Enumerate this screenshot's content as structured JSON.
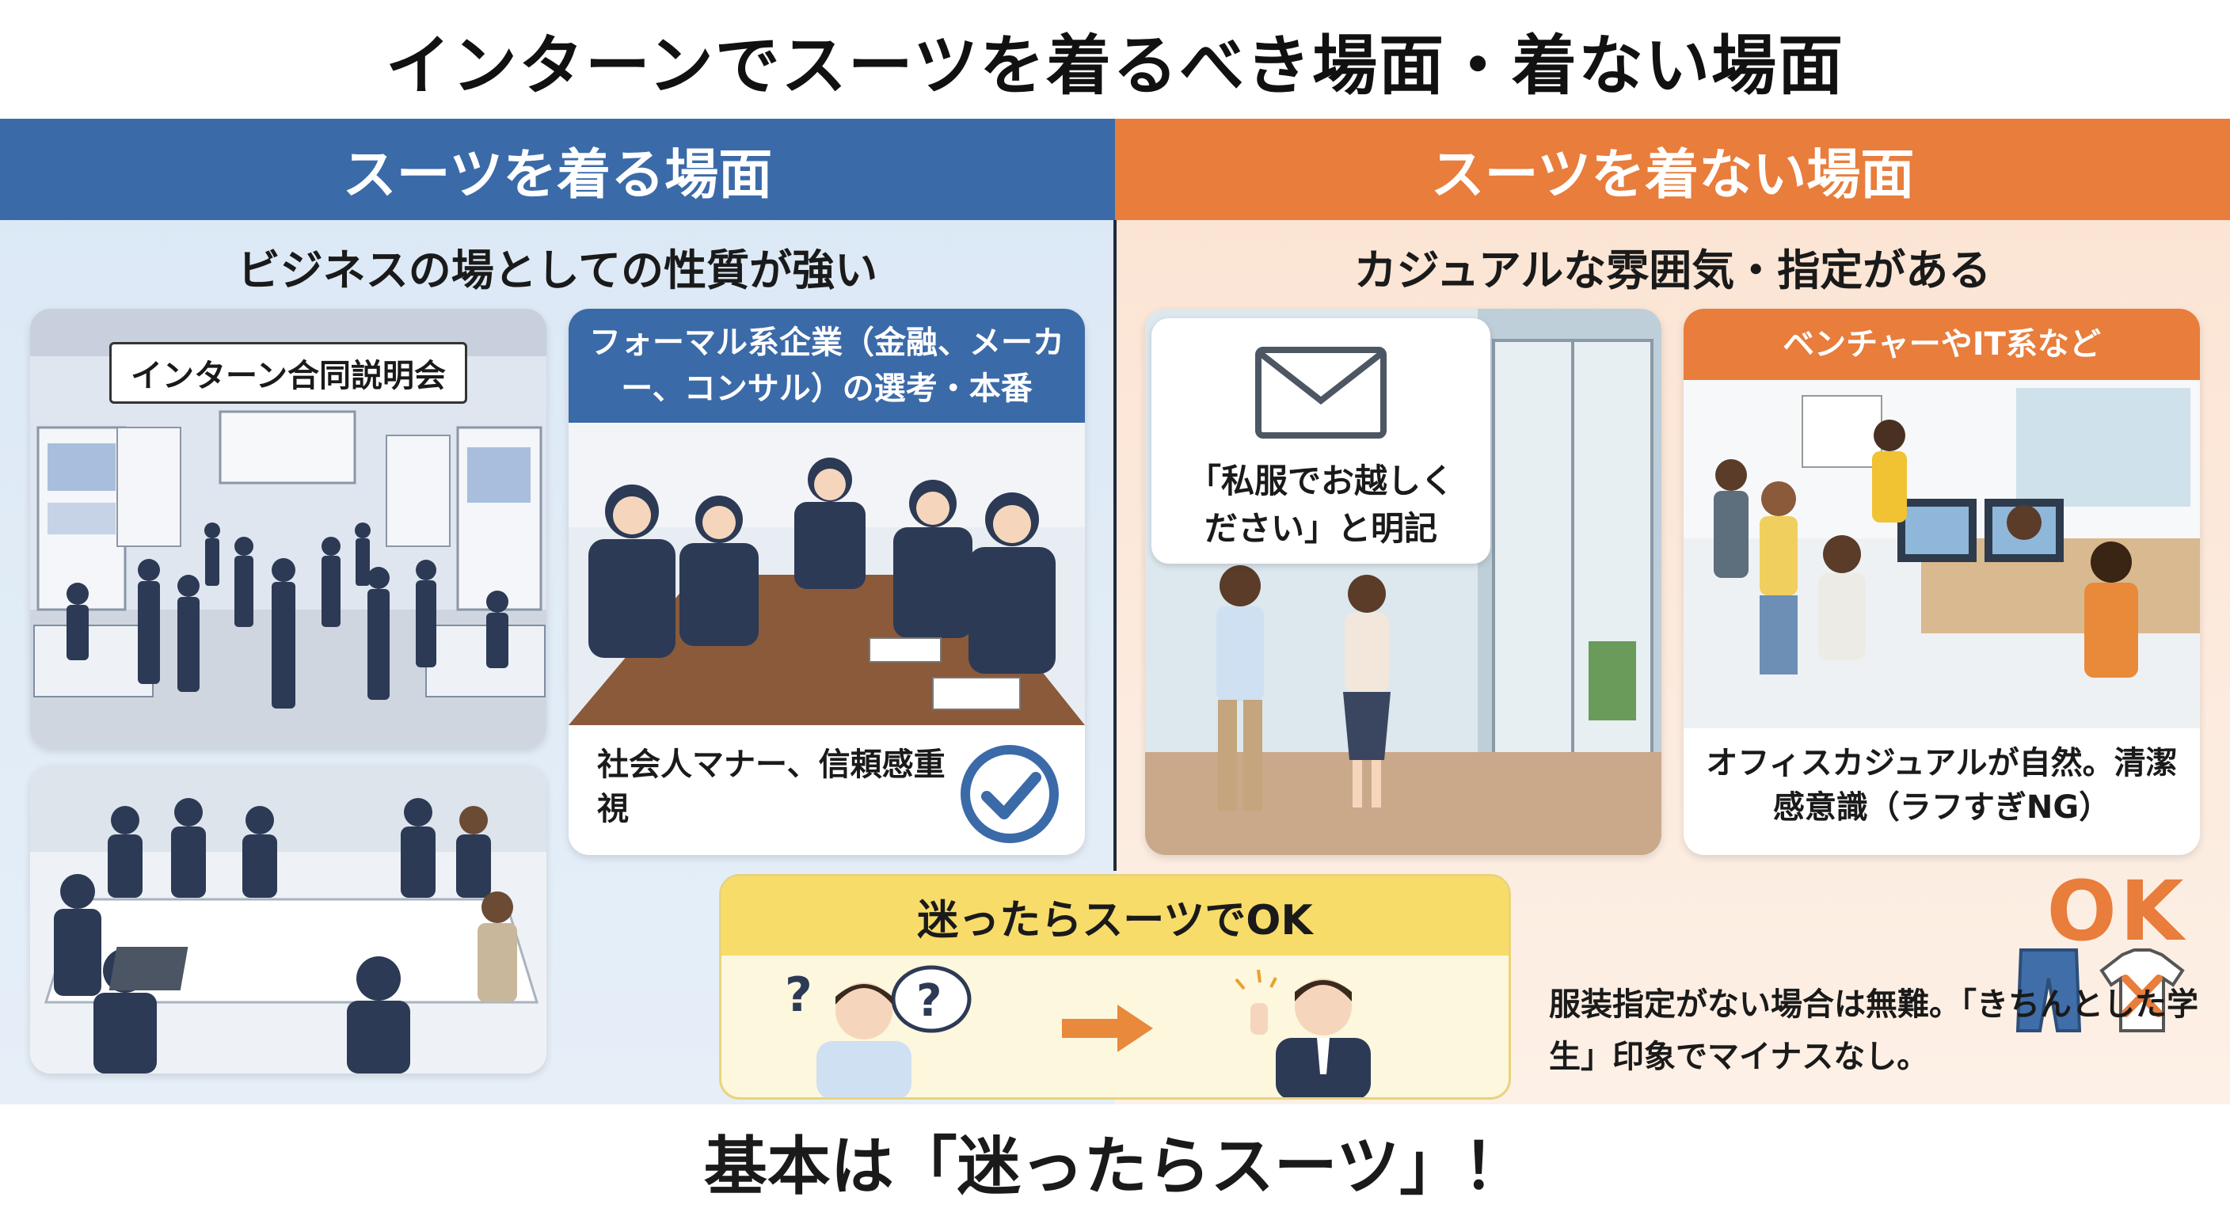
{
  "title": "インターンでスーツを着るべき場面・着ない場面",
  "left": {
    "header": "スーツを着る場面",
    "subheader": "ビジネスの場としての性質が強い",
    "card_fair": {
      "label": "インターン合同説明会"
    },
    "card_formal": {
      "header": "フォーマル系企業（金融、メーカー、コンサル）の選考・本番",
      "caption": "社会人マナー、信頼感重視"
    }
  },
  "right": {
    "header": "スーツを着ない場面",
    "subheader": "カジュアルな雰囲気・指定がある",
    "card_casual_notice": {
      "speech": "「私服でお越しください」と明記"
    },
    "card_venture": {
      "header": "ベンチャーやIT系など",
      "caption": "オフィスカジュアルが自然。清潔感意識（ラフすぎNG）"
    },
    "ok": {
      "label": "OK",
      "caption": "服装指定がない場合は無難。「きちんとした学生」印象でマイナスなし。"
    }
  },
  "unsure": {
    "header": "迷ったらスーツでOK"
  },
  "footer": "基本は「迷ったらスーツ」！",
  "colors": {
    "blue": "#3b6aa8",
    "orange": "#e87d3c",
    "yellow": "#f8dc6a",
    "suit": "#2c3a55"
  },
  "icons": [
    "check-icon",
    "envelope-icon",
    "question-icon",
    "arrow-right-icon",
    "thumbs-up-icon",
    "jeans-icon",
    "tshirt-icon",
    "cross-icon"
  ]
}
